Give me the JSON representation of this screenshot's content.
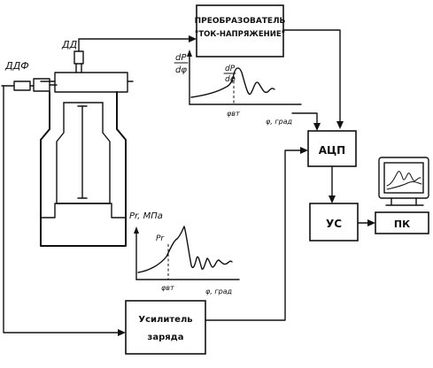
{
  "labels": {
    "converter_line1": "ПРЕОБРАЗОВАТЕЛЬ",
    "converter_line2": "\"ТОК-НАПРЯЖЕНИЕ\"",
    "adc": "АЦП",
    "amplifier_short": "УС",
    "pc": "ПК",
    "charge_amp_line1": "Усилитель",
    "charge_amp_line2": "заряда",
    "sensor_dd": "ДД",
    "sensor_ddf": "ДДФ",
    "top_ylabel_num": "dP",
    "top_ylabel_den": "dφ",
    "top_annot_num": "dP",
    "top_annot_den": "dφ",
    "top_xmark": "φвт",
    "top_xlabel": "φ, град",
    "bottom_ylabel": "Pr, МПа",
    "bottom_peak_label": "Pr",
    "bottom_xmark": "φвт",
    "bottom_xlabel": "φ, град"
  },
  "colors": {
    "ink": "#111111",
    "paper": "#ffffff"
  }
}
